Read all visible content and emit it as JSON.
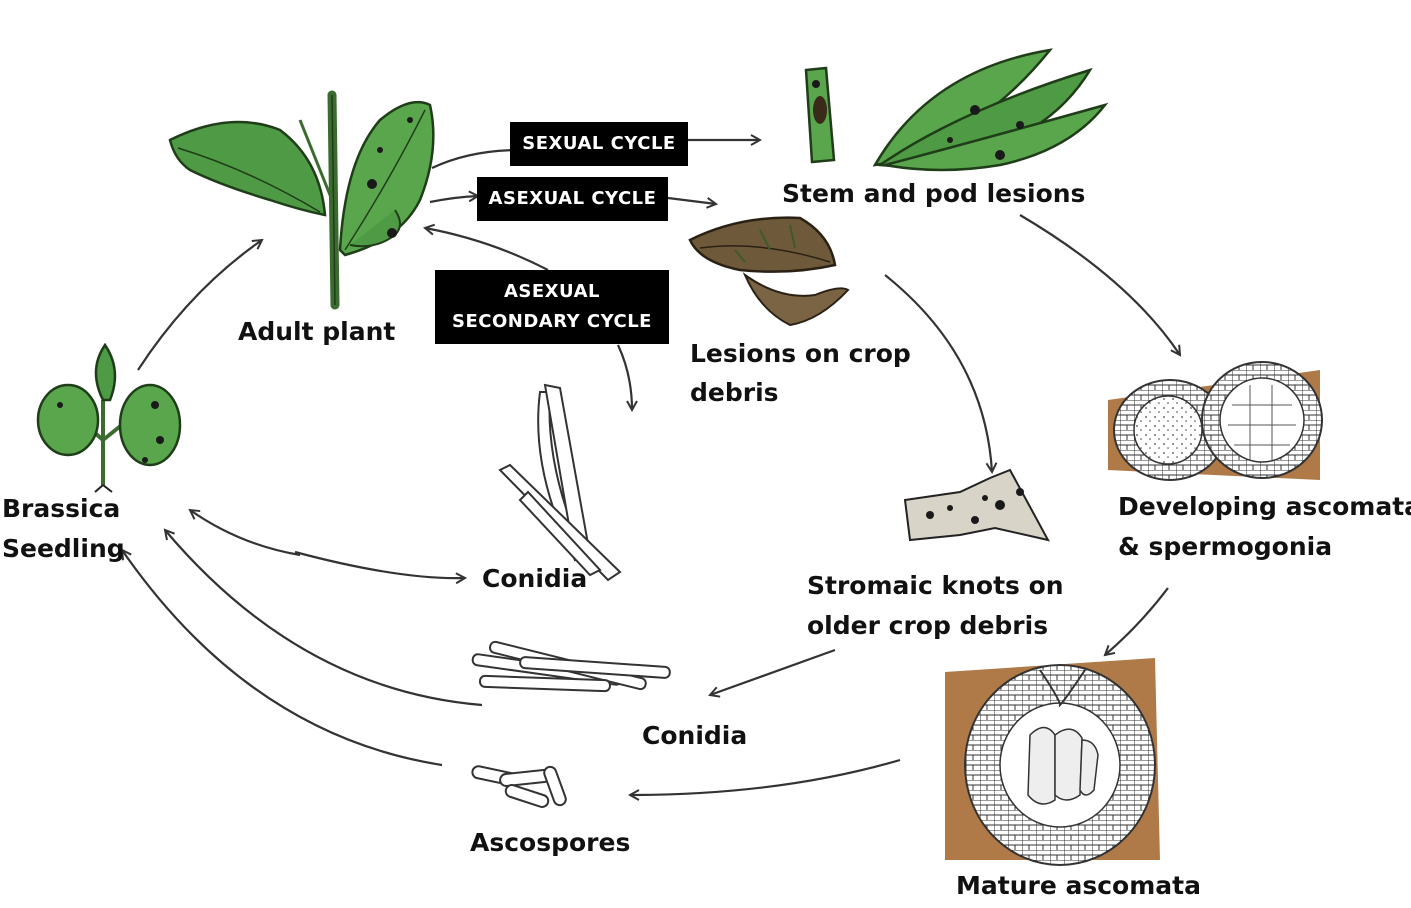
{
  "labels": {
    "adult_plant": "Adult plant",
    "stem_pod_lesions": "Stem and pod lesions",
    "lesions_crop_debris_1": "Lesions on crop",
    "lesions_crop_debris_2": "debris",
    "developing_ascomata_1": "Developing ascomata",
    "developing_ascomata_2": "& spermogonia",
    "stromatic_knots_1": "Stromaic knots on",
    "stromatic_knots_2": "older crop debris",
    "mature_ascomata": "Mature ascomata",
    "brassica_1": "Brassica",
    "brassica_2": "Seedling",
    "conidia_upper": "Conidia",
    "conidia_lower": "Conidia",
    "ascospores": "Ascospores"
  },
  "boxes": {
    "sexual_cycle": "SEXUAL CYCLE",
    "asexual_cycle": "ASEXUAL CYCLE",
    "asexual_secondary_1": "ASEXUAL",
    "asexual_secondary_2": "SECONDARY CYCLE"
  },
  "colors": {
    "leaf_green": "#4f9a45",
    "leaf_light": "#6cb35a",
    "soil_brown": "#b07a48",
    "debris_brown": "#6e5a3a",
    "arrow": "#333333"
  }
}
